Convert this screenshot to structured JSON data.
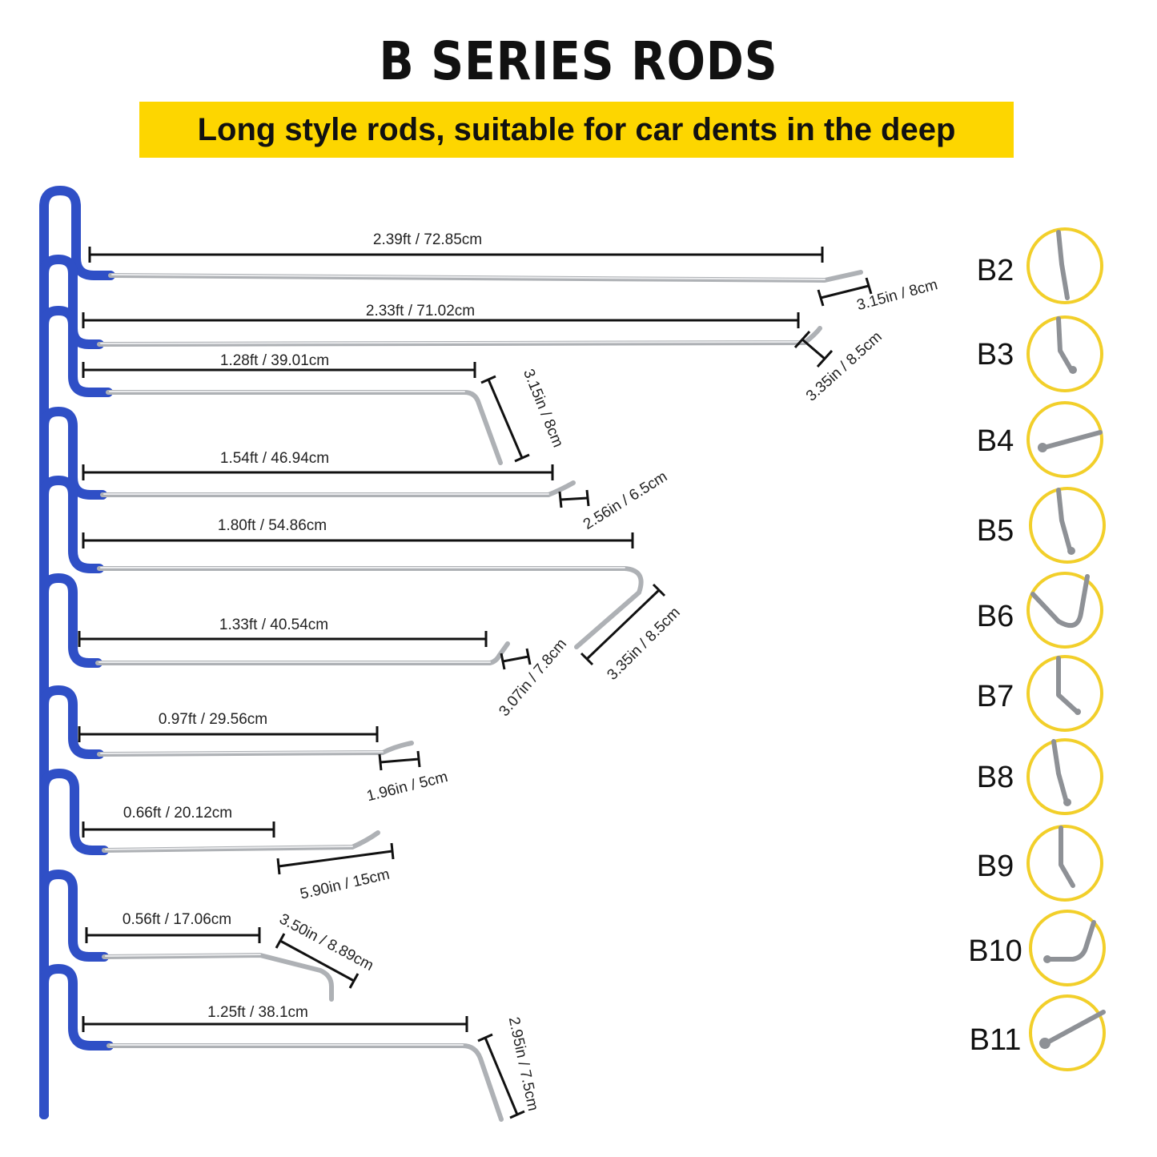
{
  "header": {
    "title": "B SERIES RODS",
    "subtitle": "Long style rods, suitable for car dents in the deep"
  },
  "colors": {
    "banner": "#fdd600",
    "handle": "#2f4fc6",
    "steel": "#b9bcc0",
    "badge_ring": "#f2cf2a"
  },
  "rods": [
    {
      "code": "B2",
      "length": "2.39ft / 72.85cm",
      "tip": "3.15in / 8cm"
    },
    {
      "code": "B3",
      "length": "2.33ft / 71.02cm",
      "tip": "3.35in / 8.5cm"
    },
    {
      "code": "B4",
      "length": "1.28ft / 39.01cm",
      "tip": "3.15in / 8cm"
    },
    {
      "code": "B5",
      "length": "1.54ft / 46.94cm",
      "tip": "2.56in / 6.5cm"
    },
    {
      "code": "B6",
      "length": "1.80ft / 54.86cm",
      "tip": "3.35in / 8.5cm"
    },
    {
      "code": "B7",
      "length": "1.33ft / 40.54cm",
      "tip": "3.07in / 7.8cm"
    },
    {
      "code": "B8",
      "length": "0.97ft / 29.56cm",
      "tip": "1.96in / 5cm"
    },
    {
      "code": "B9",
      "length": "0.66ft / 20.12cm",
      "tip": "5.90in / 15cm"
    },
    {
      "code": "B10",
      "length": "0.56ft / 17.06cm",
      "tip": "3.50in / 8.89cm"
    },
    {
      "code": "B11",
      "length": "1.25ft / 38.1cm",
      "tip": "2.95in / 7.5cm"
    }
  ]
}
